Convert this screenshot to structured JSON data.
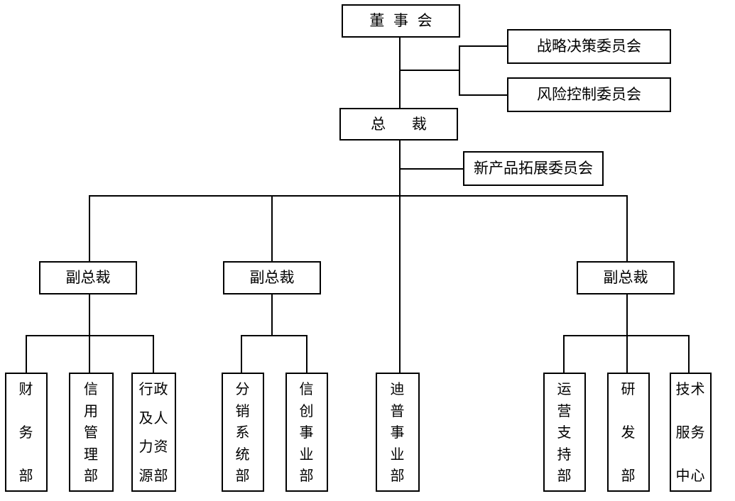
{
  "page": {
    "background_color": "#ffffff",
    "line_color": "#000000",
    "text_color": "#000000"
  },
  "diagram": {
    "type": "organization-chart",
    "nodes": {
      "board": {
        "label": "董事会"
      },
      "strategy_committee": {
        "label": "战略决策委员会"
      },
      "risk_committee": {
        "label": "风险控制委员会"
      },
      "president": {
        "label": "总裁"
      },
      "new_product_committee": {
        "label": "新产品拓展委员会"
      },
      "vp_left": {
        "label": "副总裁"
      },
      "vp_middle": {
        "label": "副总裁"
      },
      "vp_right": {
        "label": "副总裁"
      },
      "dept_finance": {
        "label": "财务部",
        "lines": [
          "财",
          "务",
          "部"
        ]
      },
      "dept_credit": {
        "label": "信用管理部",
        "lines": [
          "信",
          "用",
          "管",
          "理",
          "部"
        ]
      },
      "dept_admin_hr": {
        "label": "行政及人力资源部",
        "lines": [
          "行政",
          "及人",
          "力资",
          "源部"
        ]
      },
      "dept_distribution": {
        "label": "分销系统部",
        "lines": [
          "分",
          "销",
          "系",
          "统",
          "部"
        ]
      },
      "dept_xinchuang": {
        "label": "信创事业部",
        "lines": [
          "信",
          "创",
          "事",
          "业",
          "部"
        ]
      },
      "dept_dipu": {
        "label": "迪普事业部",
        "lines": [
          "迪",
          "普",
          "事",
          "业",
          "部"
        ]
      },
      "dept_operations": {
        "label": "运营支持部",
        "lines": [
          "运",
          "营",
          "支",
          "持",
          "部"
        ]
      },
      "dept_rnd": {
        "label": "研发部",
        "lines": [
          "研",
          "发",
          "部"
        ]
      },
      "dept_tech_service": {
        "label": "技术服务中心",
        "lines": [
          "技术",
          "服务",
          "中心"
        ]
      }
    },
    "edges": [
      {
        "from": "board",
        "to": "strategy_committee"
      },
      {
        "from": "board",
        "to": "risk_committee"
      },
      {
        "from": "board",
        "to": "president"
      },
      {
        "from": "president",
        "to": "new_product_committee"
      },
      {
        "from": "president",
        "to": "vp_left"
      },
      {
        "from": "president",
        "to": "vp_middle"
      },
      {
        "from": "president",
        "to": "vp_right"
      },
      {
        "from": "president",
        "to": "dept_dipu"
      },
      {
        "from": "vp_left",
        "to": "dept_finance"
      },
      {
        "from": "vp_left",
        "to": "dept_credit"
      },
      {
        "from": "vp_left",
        "to": "dept_admin_hr"
      },
      {
        "from": "vp_middle",
        "to": "dept_distribution"
      },
      {
        "from": "vp_middle",
        "to": "dept_xinchuang"
      },
      {
        "from": "vp_right",
        "to": "dept_operations"
      },
      {
        "from": "vp_right",
        "to": "dept_rnd"
      },
      {
        "from": "vp_right",
        "to": "dept_tech_service"
      }
    ]
  }
}
